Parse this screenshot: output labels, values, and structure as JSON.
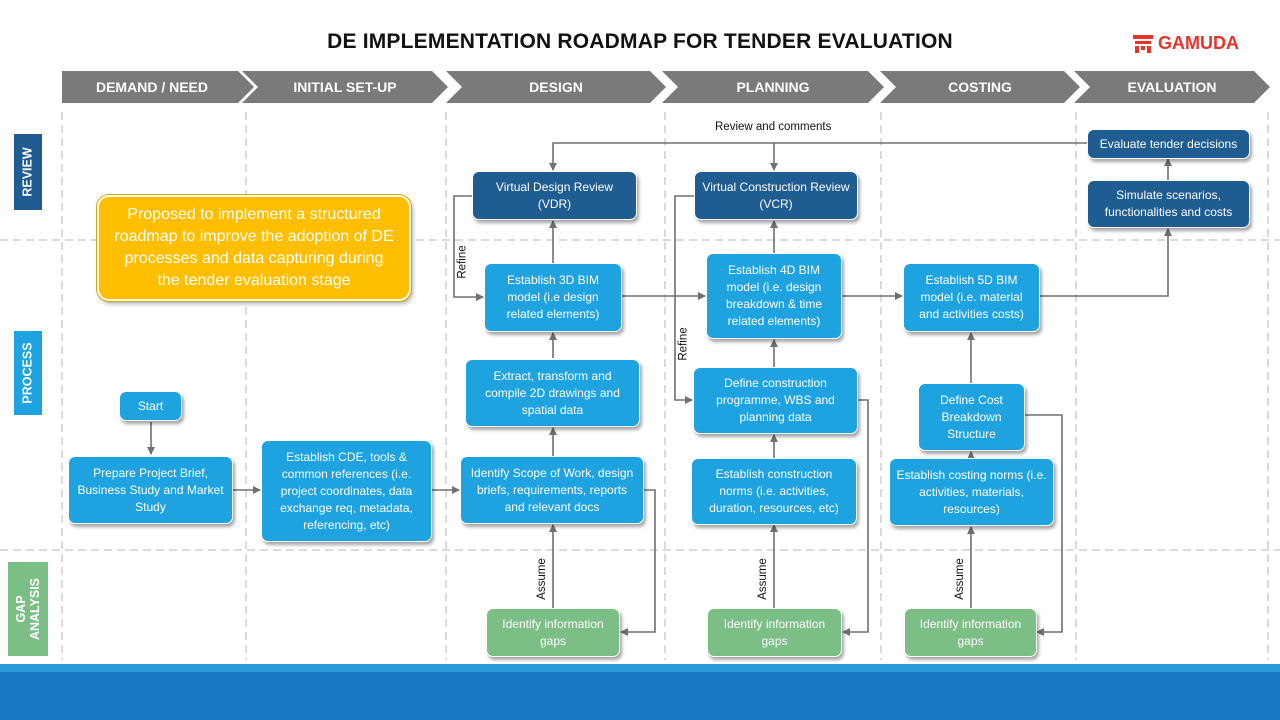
{
  "title": "DE IMPLEMENTATION ROADMAP FOR TENDER EVALUATION",
  "logo": {
    "text": "GAMUDA",
    "color": "#e8332a"
  },
  "phases": [
    "DEMAND / NEED",
    "INITIAL SET-UP",
    "DESIGN",
    "PLANNING",
    "COSTING",
    "EVALUATION"
  ],
  "lanes": {
    "review": "REVIEW",
    "process": "PROCESS",
    "gap": "GAP ANALYSIS"
  },
  "callout": "Proposed to implement a structured roadmap to improve the adoption of DE processes and data capturing during the tender evaluation stage",
  "nodes": {
    "start": "Start",
    "brief": "Prepare Project Brief, Business Study and Market Study",
    "cde": "Establish CDE, tools & common references (i.e. project coordinates, data exchange req, metadata, referencing, etc)",
    "scope": "Identify Scope of Work, design briefs, requirements, reports and relevant docs",
    "extract": "Extract, transform and compile 2D drawings and spatial data",
    "bim3d": "Establish 3D BIM model (i.e design related elements)",
    "vdr": "Virtual Design Review (VDR)",
    "gap1": "Identify information gaps",
    "norms_construction": "Establish construction norms (i.e. activities, duration, resources, etc)",
    "programme": "Define construction programme, WBS and planning data",
    "bim4d": "Establish 4D BIM model (i.e. design breakdown & time related elements)",
    "vcr": "Virtual Construction Review (VCR)",
    "gap2": "Identify information gaps",
    "norms_costing": "Establish costing norms (i.e. activities, materials, resources)",
    "cbs": "Define Cost Breakdown Structure",
    "bim5d": "Establish 5D BIM model (i.e. material and activities costs)",
    "gap3": "Identify information gaps",
    "simulate": "Simulate scenarios, functionalities and costs",
    "evaluate": "Evaluate tender decisions"
  },
  "labels": {
    "review_comments": "Review and comments",
    "refine": "Refine",
    "assume": "Assume"
  },
  "colors": {
    "phase": "#7a7a7a",
    "review_lane": "#1e5c91",
    "process_lane": "#1ea3e0",
    "gap_lane": "#7cbf86",
    "light_box": "#1ea3e0",
    "dark_box": "#1e5c91",
    "green_box": "#7cbf86",
    "callout": "#ffbf00",
    "footer": "#1a78c2"
  }
}
